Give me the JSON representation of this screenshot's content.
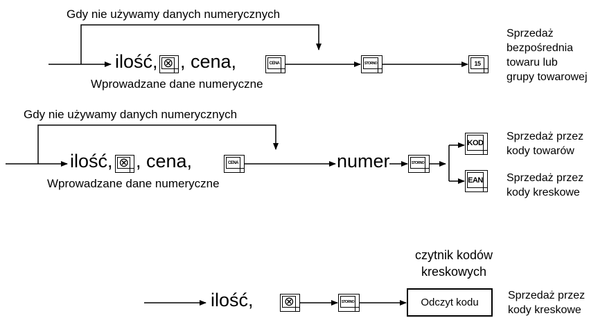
{
  "flow1": {
    "bypass_label": "Gdy nie używamy danych numerycznych",
    "input_label": "Wprowadzane dane numeryczne",
    "qty": "ilość,",
    "price": ", cena,",
    "key_mult": "⊗",
    "key_cena": "CENA",
    "key_storno": "STORNO",
    "key_dept": "15",
    "result": [
      "Sprzedaż",
      "bezpośrednia",
      "towaru lub",
      "grupy towarowej"
    ]
  },
  "flow2": {
    "bypass_label": "Gdy nie używamy danych numerycznych",
    "input_label": "Wprowadzane dane numeryczne",
    "qty": "ilość,",
    "price": ", cena,",
    "key_mult": "⊗",
    "key_cena": "CENA",
    "numer": "numer",
    "key_storno": "STORNO",
    "key_kod": "KOD",
    "key_ean": "EAN",
    "result_kod": [
      "Sprzedaż przez",
      "kody towarów"
    ],
    "result_ean": [
      "Sprzedaż przez",
      "kody kreskowe"
    ]
  },
  "flow3": {
    "scanner_label": [
      "czytnik kodów",
      "kreskowych"
    ],
    "qty": "ilość,",
    "key_mult": "⊗",
    "key_storno": "STORNO",
    "scan_box": "Odczyt kodu",
    "result": [
      "Sprzedaż przez",
      "kody kreskowe"
    ]
  }
}
